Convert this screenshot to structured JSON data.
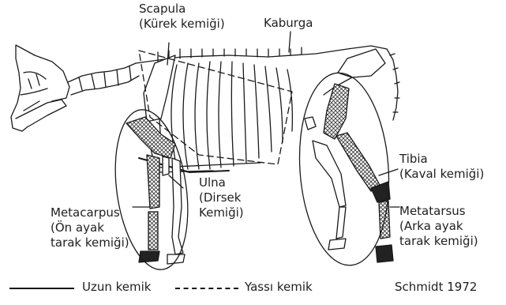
{
  "labels": {
    "scapula": [
      "Scapula",
      "(Kürek kemiği)"
    ],
    "kaburga": [
      "Kaburga"
    ],
    "ulna": [
      "Ulna",
      "(Dirsek",
      "Kemiği)"
    ],
    "metacarpus": [
      "Metacarpus",
      "(Ön ayak",
      "tarak kemiği)"
    ],
    "tibia": [
      "Tibia",
      "(Kaval kemiği)"
    ],
    "metatarsus": [
      "Metatarsus",
      "(Arka ayak",
      "tarak kemiği)"
    ]
  },
  "legend": {
    "long_bone": "Uzun kemik",
    "flat_bone": "Yassı kemik"
  },
  "credit": "Schmidt 1972"
}
